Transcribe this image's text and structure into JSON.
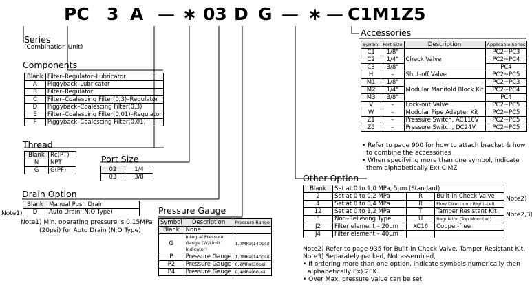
{
  "model_code": {
    "parts": [
      "PC",
      "3",
      "A",
      "—",
      "∗",
      "03",
      "D",
      "G",
      "—",
      "∗",
      "—",
      "C1M1Z5"
    ]
  },
  "series": {
    "title": "Series",
    "subtitle": "(Combination Unit)"
  },
  "components": {
    "title": "Components",
    "rows": [
      [
        "Blank",
        "Filter–Regulator–Lubricator"
      ],
      [
        "A",
        "Piggyback–Lubricator"
      ],
      [
        "B",
        "Filter–Regulator"
      ],
      [
        "C",
        "Filter–Coalescing Filter(0,3)–Regulator"
      ],
      [
        "D",
        "Piggyback–Coalescing Filter(0,3)"
      ],
      [
        "E",
        "Filter–Coalescing Filter(0,01)–Regulator"
      ],
      [
        "F",
        "Piggyback–Coalescing Filter(0,01)"
      ]
    ]
  },
  "thread": {
    "title": "Thread",
    "rows": [
      [
        "Blank",
        "Rc(PT)"
      ],
      [
        "N",
        "NPT"
      ],
      [
        "G",
        "G(PF)"
      ]
    ]
  },
  "port_size": {
    "title": "Port Size",
    "rows": [
      [
        "02",
        "1/4"
      ],
      [
        "03",
        "3/8"
      ]
    ]
  },
  "drain": {
    "title": "Drain Option",
    "rows": [
      [
        "Blank",
        "Manual Push Drain"
      ],
      [
        "D",
        "Auto Drain (N,O Type)"
      ]
    ],
    "row_note": "Note1)",
    "note_lines": [
      "Note1) Min. operating pressure is 0.15MPa",
      "(20psi) for Auto Drain (N,O Type)"
    ]
  },
  "gauge": {
    "title": "Pressure Gauge",
    "headers": [
      "Symbol",
      "Description",
      "Pressure Range"
    ],
    "rows": [
      [
        "Blank",
        "None",
        ""
      ],
      [
        "G",
        "Integral Pressure Gauge (W/Limit Indicator)",
        "1,0MPa(140psi)"
      ],
      [
        "P",
        "Pressure Gauge",
        "1,0MPa(140psi)"
      ],
      [
        "P2",
        "Pressure Gauge",
        "0,2MPa(30psi)"
      ],
      [
        "P4",
        "Pressure Gauge",
        "0,4MPa(60psi)"
      ]
    ]
  },
  "accessories": {
    "title": "Accessories",
    "headers": [
      "Symbol",
      "Port Size",
      "Description",
      "Applicable Series"
    ],
    "rows": [
      [
        "C1",
        "1/8\"",
        "Check Valve",
        "PC2~PC3"
      ],
      [
        "C2",
        "1/4\"",
        "",
        "PC2~PC4"
      ],
      [
        "C3",
        "3/8\"",
        "",
        "PC4"
      ],
      [
        "H",
        "–",
        "Shut-off Valve",
        "PC2~PC5"
      ],
      [
        "M1",
        "1/8\"",
        "Modular Manifold Block Kit",
        "PC2~PC3"
      ],
      [
        "M2",
        "1/4\"",
        "",
        "PC2~PC4"
      ],
      [
        "M3",
        "3/8\"",
        "",
        "PC4"
      ],
      [
        "V",
        "–",
        "Lock-out Valve",
        "PC2~PC5"
      ],
      [
        "W",
        "–",
        "Modular Pipe Adapter Kit",
        "PC2~PC5"
      ],
      [
        "Z1",
        "–",
        "Pressure Switch, AC110V",
        "PC2~PC5"
      ],
      [
        "Z5",
        "–",
        "Pressure Switch, DC24V",
        "PC2~PC5"
      ]
    ],
    "notes": [
      "• Refer to page 900 for how to attach bracket & how",
      "to combine the accessories",
      "• When specifying more than one symbol, indicate",
      "them alphabetically Ex) CIMZ"
    ]
  },
  "other": {
    "title": "Other Option",
    "header": [
      "Blank",
      "Set at 0 to 1,0 MPa, 5μm (Standard)"
    ],
    "rows": [
      [
        "2",
        "Set at 0 to 0,2 MPa",
        "R",
        "Built-in Check Valve"
      ],
      [
        "4",
        "Set at 0 to 0,4 MPa",
        "R",
        "Flow Direction : Right–Left"
      ],
      [
        "12",
        "Set at 0 to 1,2 MPa",
        "T",
        "Tamper Resistant Kit"
      ],
      [
        "E",
        "Non–Relieving Type",
        "U",
        "Regulator (Top Mounted)"
      ],
      [
        "J2",
        "Filter element – 20μm",
        "XC16",
        "Copper-free"
      ],
      [
        "J4",
        "Filter element – 40μm",
        "",
        ""
      ]
    ],
    "side_note2": "Note2)",
    "side_note23": "Note2,3)",
    "notes": [
      "Note2) Refer to page 935 for Built-in Check Valve, Tamper Resistant Kit,",
      "Note3) Separately packed, Not assembled,",
      "• If ordering more than one option, indicate symbols numerically then",
      "alphabetically Ex) 2EK",
      "• Over Max, pressure value can be set,"
    ]
  }
}
